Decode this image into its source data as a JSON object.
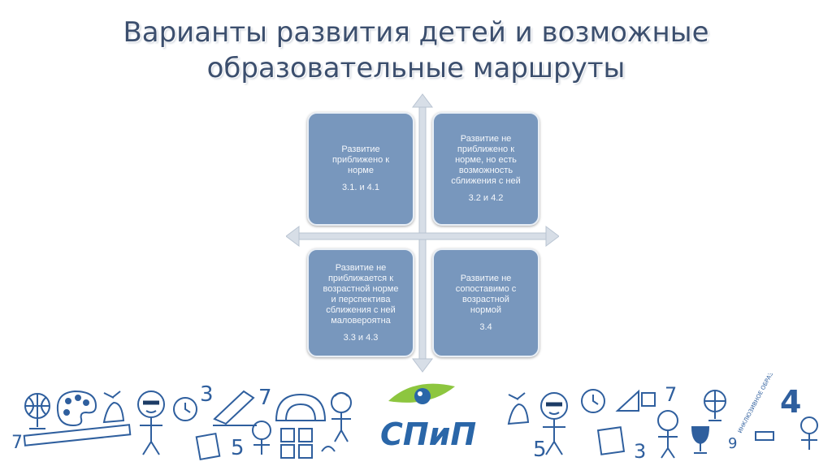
{
  "title": {
    "line1": "Варианты развития детей и возможные",
    "line2": "образовательные маршруты"
  },
  "quadrants": [
    {
      "text": "Развитие\nприближено к\nнорме",
      "code": "3.1. и 4.1"
    },
    {
      "text": "Развитие не\nприближено к\nнорме, но есть\nвозможность\nсближения  с ней",
      "code": "3.2 и 4.2"
    },
    {
      "text": "Развитие не\nприближается к\nвозрастной норме\nи перспектива\nсближения  с ней\nмаловероятна",
      "code": "3.3 и 4.3"
    },
    {
      "text": "Развитие не\nсопоставимо с\nвозрастной\nнормой",
      "code": "3.4"
    }
  ],
  "footer": {
    "logo_text": "СПиП",
    "left_numbers": [
      "3",
      "7",
      "5",
      "7"
    ],
    "right_numbers": [
      "7",
      "5",
      "3",
      "9",
      "4"
    ],
    "right_caption": "ИНКЛЮЗИВНОЕ ОБРАЗОВАНИЕ"
  },
  "colors": {
    "quadrant_fill": "#7897bd",
    "title": "#3c4f6e",
    "axis": "#d7dee7",
    "logo_blue": "#2a66a8",
    "logo_green": "#8dc63f"
  }
}
